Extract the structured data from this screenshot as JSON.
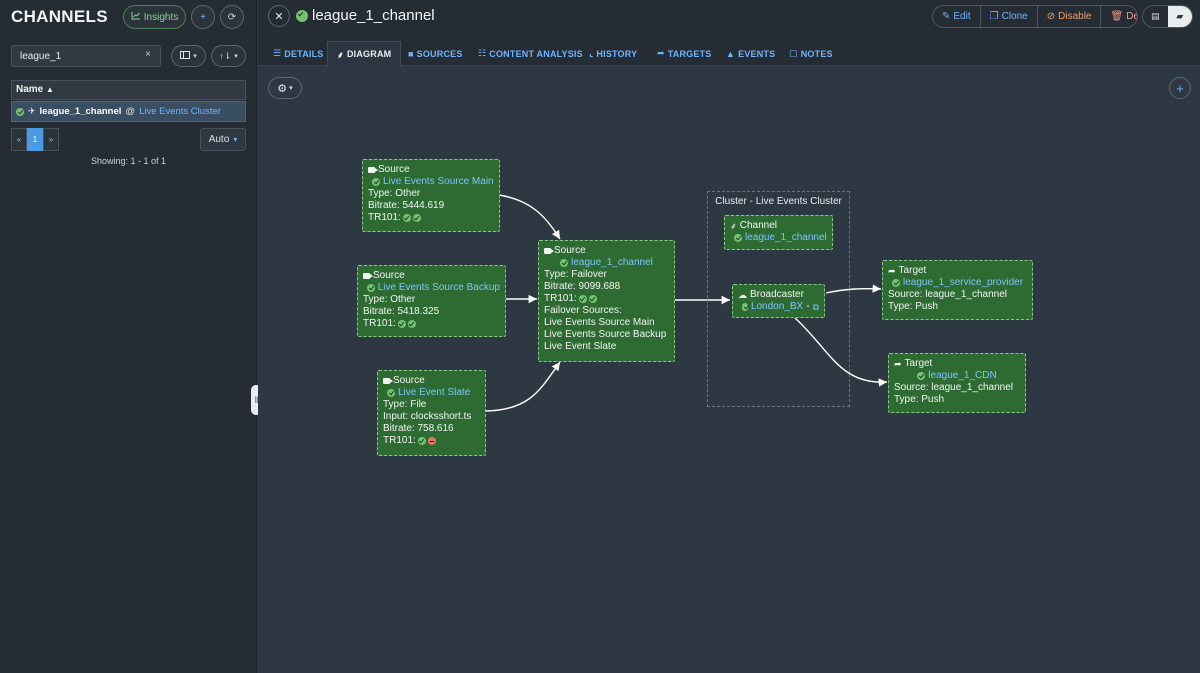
{
  "sidebar": {
    "title": "CHANNELS",
    "insights_label": "Insights",
    "search_value": "league_1",
    "table_header": "Name",
    "row": {
      "name": "league_1_channel",
      "at": "@",
      "cluster": "Live Events Cluster"
    },
    "pager": {
      "prev": "«",
      "page": "1",
      "next": "»"
    },
    "auto_label": "Auto",
    "showing": "Showing: 1 - 1 of 1"
  },
  "header": {
    "title": "league_1_channel",
    "actions": {
      "edit": "Edit",
      "clone": "Clone",
      "disable": "Disable",
      "delete": "Delete"
    }
  },
  "tabs": [
    "DETAILS",
    "DIAGRAM",
    "SOURCES",
    "CONTENT ANALYSIS",
    "HISTORY",
    "TARGETS",
    "EVENTS",
    "NOTES"
  ],
  "diagram": {
    "cluster_label": "Cluster - Live Events Cluster",
    "source_main": {
      "hd": "Source",
      "name": "Live Events Source Main",
      "type": "Type: Other",
      "bitrate": "Bitrate: 5444.619",
      "tr": "TR101:"
    },
    "source_backup": {
      "hd": "Source",
      "name": "Live Events Source Backup",
      "type": "Type: Other",
      "bitrate": "Bitrate: 5418.325",
      "tr": "TR101:"
    },
    "source_slate": {
      "hd": "Source",
      "name": "Live Event Slate",
      "type": "Type: File",
      "input": "Input: clocksshort.ts",
      "bitrate": "Bitrate: 758.616",
      "tr": "TR101:"
    },
    "failover": {
      "hd": "Source",
      "name": "league_1_channel",
      "type": "Type: Failover",
      "bitrate": "Bitrate: 9099.688",
      "tr": "TR101:",
      "fs_label": "Failover Sources:",
      "fs": [
        "Live Events Source Main",
        "Live Events Source Backup",
        "Live Event Slate"
      ]
    },
    "channel": {
      "hd": "Channel",
      "name": "league_1_channel"
    },
    "broadcaster": {
      "hd": "Broadcaster",
      "name": "London_BX",
      "dash": "-"
    },
    "target_sp": {
      "hd": "Target",
      "name": "league_1_service_provider",
      "source": "Source: league_1_channel",
      "type": "Type: Push"
    },
    "target_cdn": {
      "hd": "Target",
      "name": "league_1_CDN",
      "source": "Source: league_1_channel",
      "type": "Type: Push"
    }
  },
  "colors": {
    "accent": "#6fb4ff",
    "node_bg": "#2e6b32",
    "ok": "#73c373",
    "error": "#e07a5f"
  },
  "icons": [
    "chart-icon",
    "plus-icon",
    "refresh-icon",
    "close-icon",
    "check-circle-icon",
    "pencil-icon",
    "clone-icon",
    "ban-icon",
    "trash-icon",
    "gear-icon",
    "camera-icon",
    "sitemap-icon",
    "cloud-icon",
    "share-icon",
    "external-link-icon"
  ]
}
